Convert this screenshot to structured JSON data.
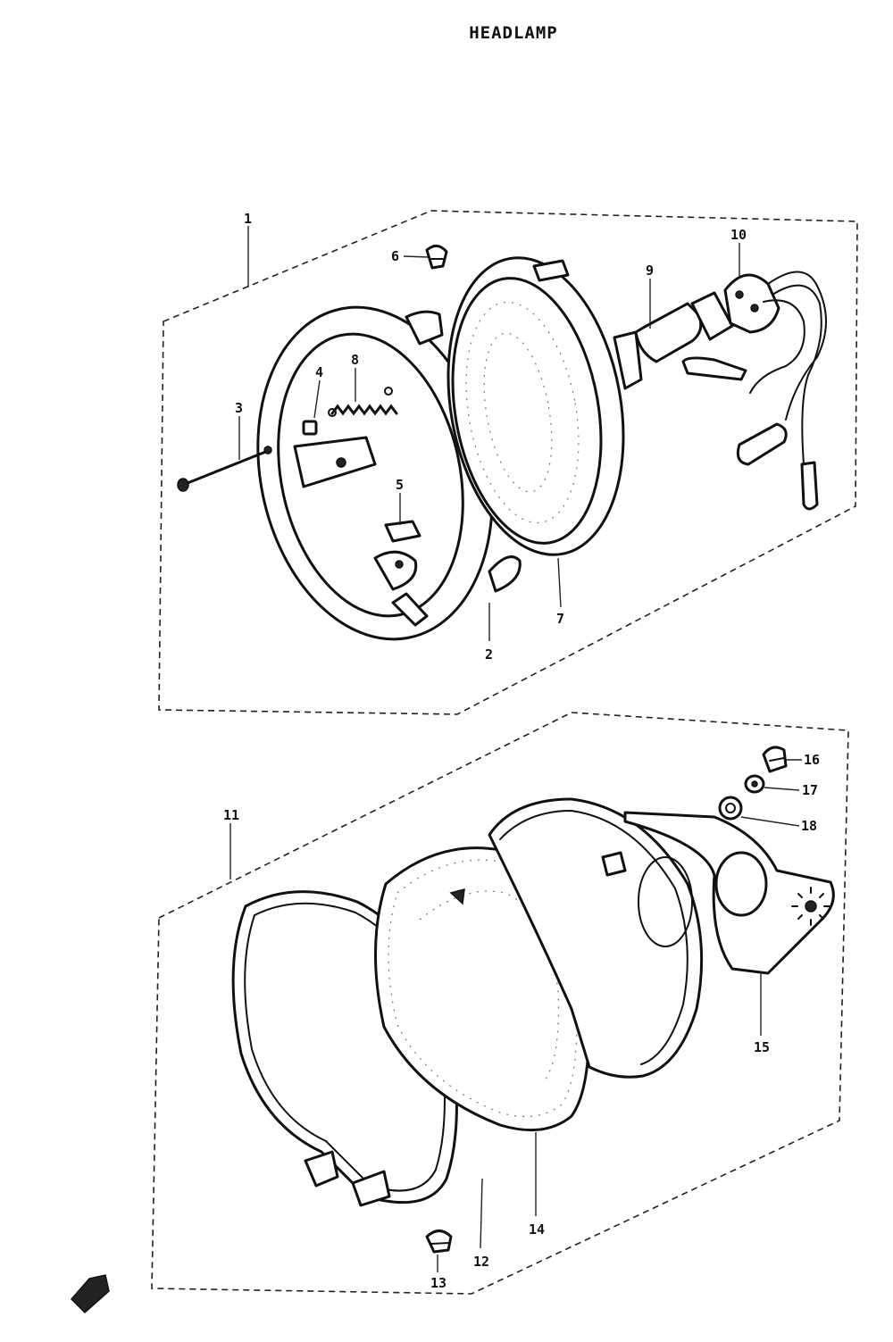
{
  "title": "HEADLAMP",
  "groups": [
    {
      "id": "1",
      "label": "1"
    },
    {
      "id": "11",
      "label": "11"
    }
  ],
  "callouts": {
    "c1": "1",
    "c2": "2",
    "c3": "3",
    "c4": "4",
    "c5": "5",
    "c6": "6",
    "c7": "7",
    "c8": "8",
    "c9": "9",
    "c10": "10",
    "c11": "11",
    "c12": "12",
    "c13": "13",
    "c14": "14",
    "c15": "15",
    "c16": "16",
    "c17": "17",
    "c18": "18"
  }
}
